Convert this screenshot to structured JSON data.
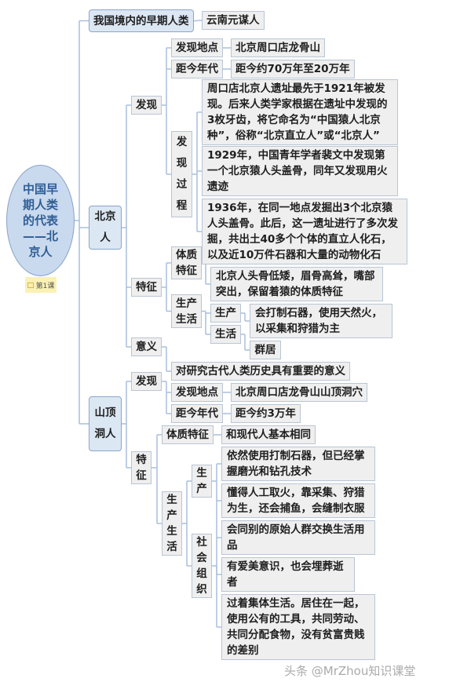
{
  "root": {
    "label": "中国早期人类的代表——北京人",
    "tag": "第1课"
  },
  "early": {
    "label": "我国境内的早期人类",
    "child": "云南元谋人"
  },
  "peking": {
    "label": "北京人",
    "discovery": {
      "label": "发现",
      "site_label": "发现地点",
      "site": "北京周口店龙骨山",
      "age_label": "距今年代",
      "age": "距今约70万年至20万年",
      "process_label": "发现过程",
      "process": [
        "周口店北京人遗址最先于1921年被发现。后来人类学家根据在遗址中发现的3枚牙齿，将它命名为“中国猿人北京种”，俗称“北京直立人”或“北京人”",
        "1929年，中国青年学者裴文中发现第一个北京猿人头盖骨，同年又发现用火遗迹",
        "1936年，在同一地点发掘出3个北京猿人头盖骨。此后，这一遗址进行了多次发掘，共出土40多个个体的直立人化石，以及近10万件石器和大量的动物化石"
      ]
    },
    "features": {
      "label": "特征",
      "physical_label": "体质特征",
      "physical": "北京人头骨低矮，眉骨高耸，嘴部突出，保留着猿的体质特征",
      "life_label": "生产生活",
      "production_label": "生产",
      "production": "会打制石器，使用天然火，以采集和狩猎为主",
      "living_label": "生活",
      "living": "群居"
    },
    "significance": {
      "label": "意义",
      "text": "对研究古代人类历史具有重要的意义"
    }
  },
  "upper_cave": {
    "label": "山顶洞人",
    "discovery": {
      "label": "发现",
      "site_label": "发现地点",
      "site": "北京周口店龙骨山山顶洞穴",
      "age_label": "距今年代",
      "age": "距今约3万年"
    },
    "features": {
      "label": "特征",
      "physical_label": "体质特征",
      "physical": "和现代人基本相同",
      "life_label": "生产生活",
      "production_label": "生产",
      "production": [
        "依然使用打制石器，但已经掌握磨光和钻孔技术",
        "懂得人工取火，靠采集、狩猎为生，还会捕鱼，会缝制衣服",
        "会同别的原始人群交换生活用品",
        "有爱美意识，也会埋葬逝者"
      ],
      "society_label": "社会组织",
      "society": "过着集体生活。居住在一起，使用公有的工具，共同劳动、共同分配食物，没有贫富贵贱的差别"
    }
  },
  "watermark": "头条 @MrZhou知识课堂",
  "colors": {
    "connector": "#a9bfdc",
    "topic_fill": "#dce7f4",
    "node_fill": "#efefef",
    "root_fill": "#c9d9ee",
    "root_text": "#2f5e95"
  }
}
